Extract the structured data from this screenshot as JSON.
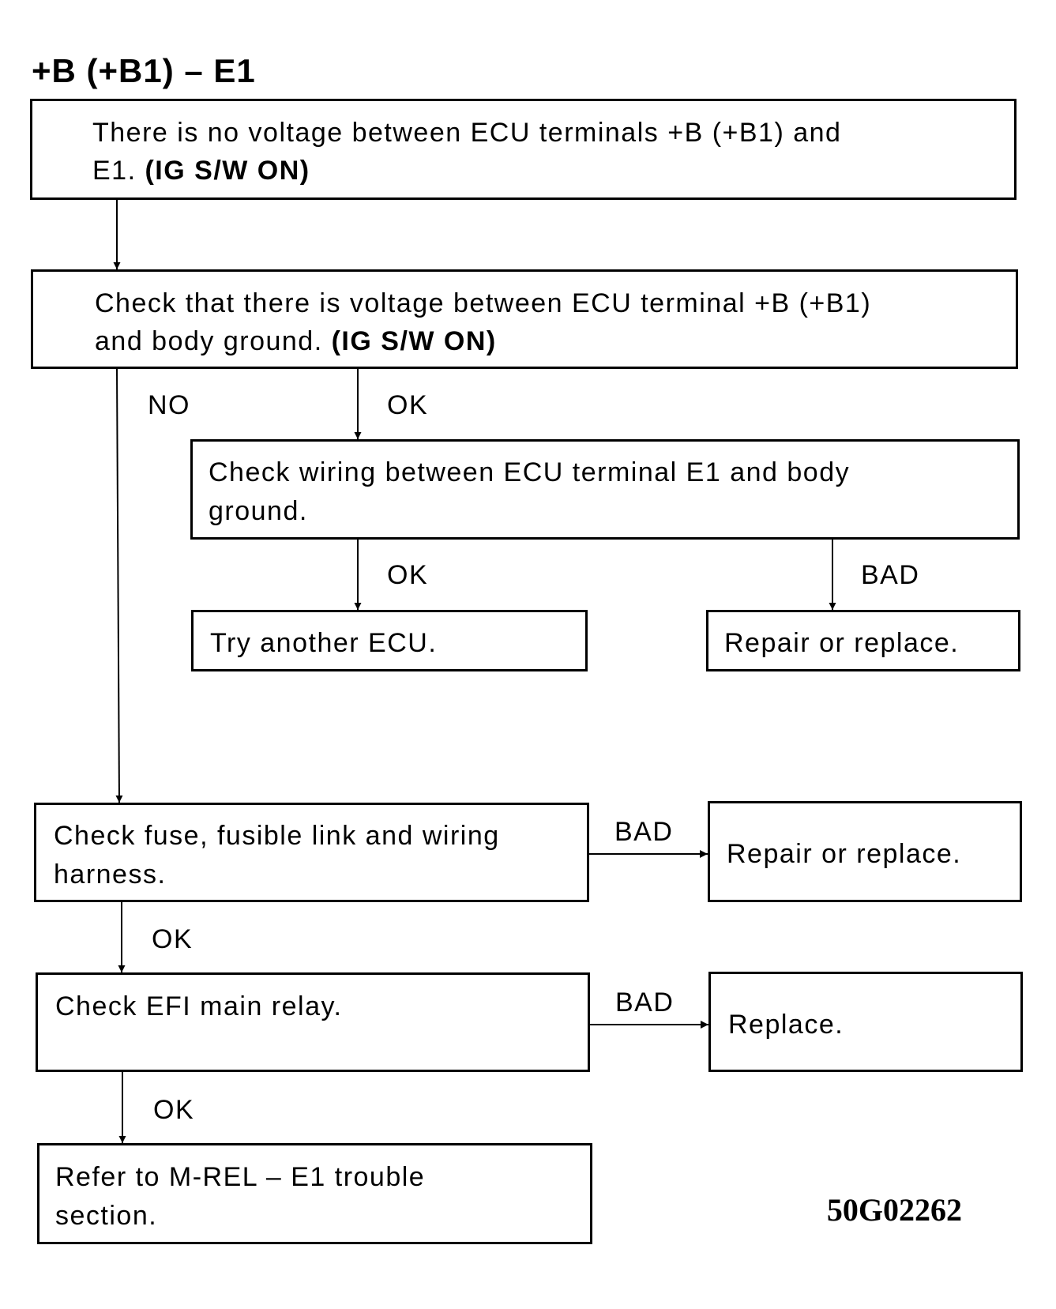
{
  "diagram": {
    "title": "+B (+B1) – E1",
    "figure_id": "50G02262",
    "nodes": {
      "start": {
        "line1": "There is no voltage between ECU terminals +B (+B1) and",
        "line2_plain": "E1. ",
        "line2_bold": "(IG S/W ON)"
      },
      "check_voltage": {
        "line1": "Check that there is voltage between ECU terminal +B (+B1)",
        "line2_plain": "and body ground. ",
        "line2_bold": "(IG S/W ON)"
      },
      "check_wiring": {
        "line1": "Check wiring between ECU terminal E1 and body",
        "line2": "ground."
      },
      "try_ecu": {
        "text": "Try another ECU."
      },
      "repair_1": {
        "text": "Repair or replace."
      },
      "check_fuse": {
        "line1": "Check fuse, fusible link and wiring",
        "line2": "harness."
      },
      "repair_2": {
        "text": "Repair or replace."
      },
      "check_relay": {
        "text": "Check EFI main relay."
      },
      "replace": {
        "text": "Replace."
      },
      "refer": {
        "line1": "Refer to M-REL – E1 trouble",
        "line2": "section."
      }
    },
    "edges": {
      "voltage_no": "NO",
      "voltage_ok": "OK",
      "wiring_ok": "OK",
      "wiring_bad": "BAD",
      "fuse_bad": "BAD",
      "fuse_ok": "OK",
      "relay_bad": "BAD",
      "relay_ok": "OK"
    }
  }
}
